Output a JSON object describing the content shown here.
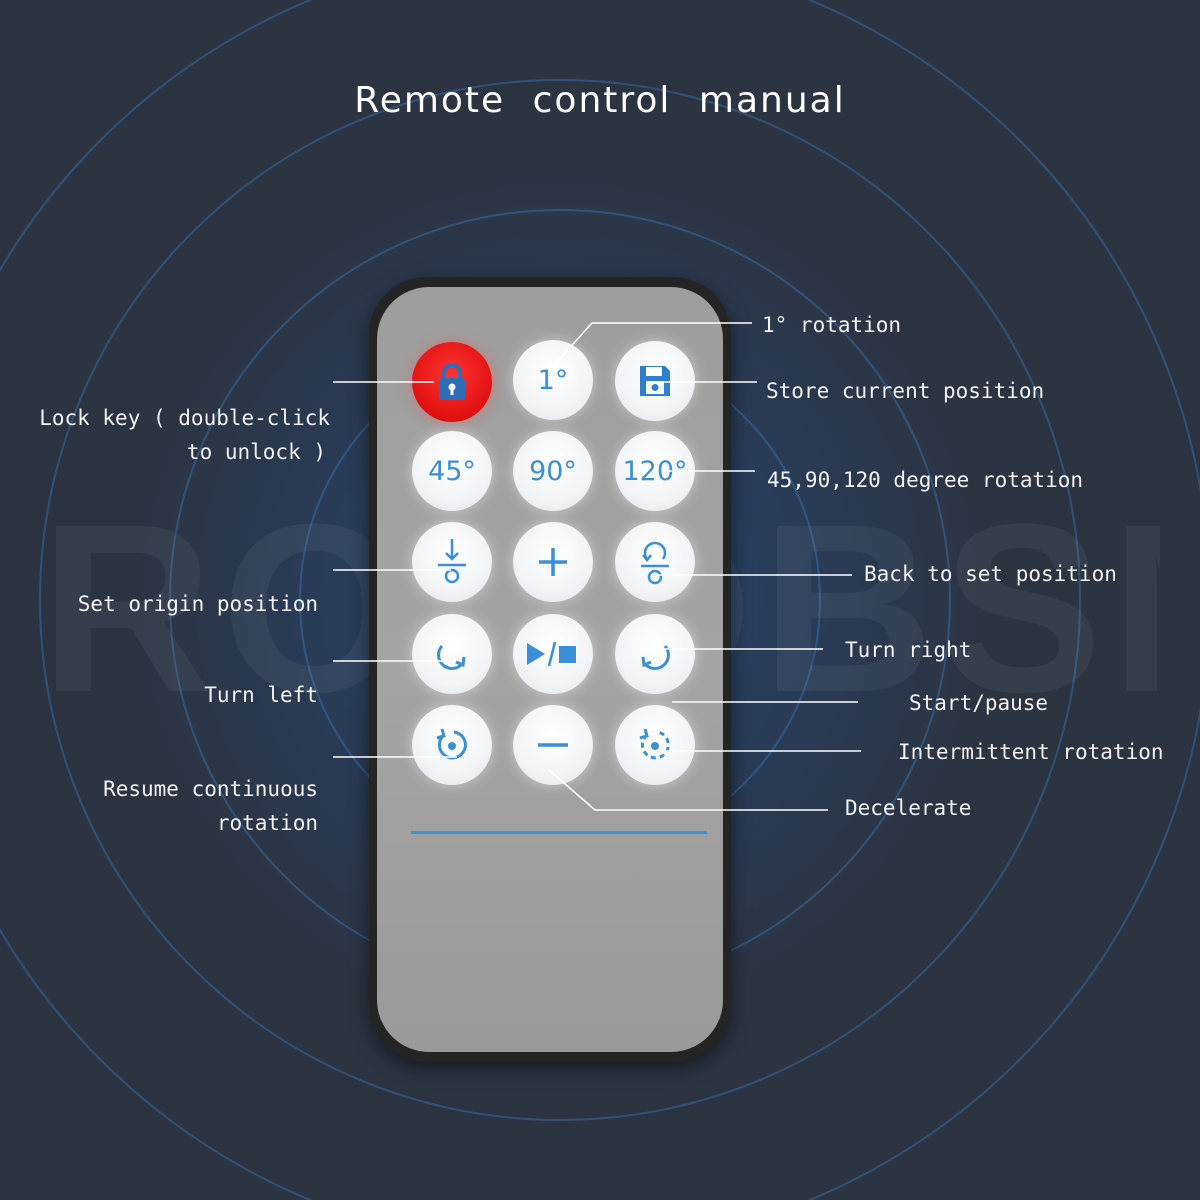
{
  "title": "Remote control manual",
  "watermark": "ROTOBSM",
  "colors": {
    "background": "#2c3442",
    "accent": "#3a8fd8",
    "lock": "#e01010"
  },
  "buttons": [
    {
      "id": "lock",
      "icon": "lock-icon",
      "text": ""
    },
    {
      "id": "one-degree",
      "icon": "",
      "text": "1°"
    },
    {
      "id": "store",
      "icon": "floppy-disk-icon",
      "text": ""
    },
    {
      "id": "deg-45",
      "icon": "",
      "text": "45°"
    },
    {
      "id": "deg-90",
      "icon": "",
      "text": "90°"
    },
    {
      "id": "deg-120",
      "icon": "",
      "text": "120°"
    },
    {
      "id": "set-origin",
      "icon": "arrow-down-to-origin-icon",
      "text": ""
    },
    {
      "id": "accelerate",
      "icon": "plus-icon",
      "text": ""
    },
    {
      "id": "back-to-position",
      "icon": "return-to-origin-icon",
      "text": ""
    },
    {
      "id": "turn-left",
      "icon": "rotate-icon",
      "text": ""
    },
    {
      "id": "start-pause",
      "icon": "play-stop-icon",
      "text": ""
    },
    {
      "id": "turn-right",
      "icon": "rotate-reverse-icon",
      "text": ""
    },
    {
      "id": "resume-continuous",
      "icon": "continuous-rotation-icon",
      "text": ""
    },
    {
      "id": "decelerate",
      "icon": "minus-icon",
      "text": ""
    },
    {
      "id": "intermittent",
      "icon": "intermittent-rotation-icon",
      "text": ""
    }
  ],
  "labels": {
    "one_degree": "1° rotation",
    "store": "Store current position",
    "degrees": "45,90,120 degree rotation",
    "back": "Back to set position",
    "turn_right": "Turn right",
    "start_pause": "Start/pause",
    "intermittent": "Intermittent rotation",
    "decelerate": "Decelerate",
    "lock_line1": "Lock key ( double-click",
    "lock_line2": "to unlock )",
    "set_origin": "Set origin position",
    "turn_left": "Turn left",
    "resume_line1": "Resume continuous",
    "resume_line2": "rotation"
  }
}
